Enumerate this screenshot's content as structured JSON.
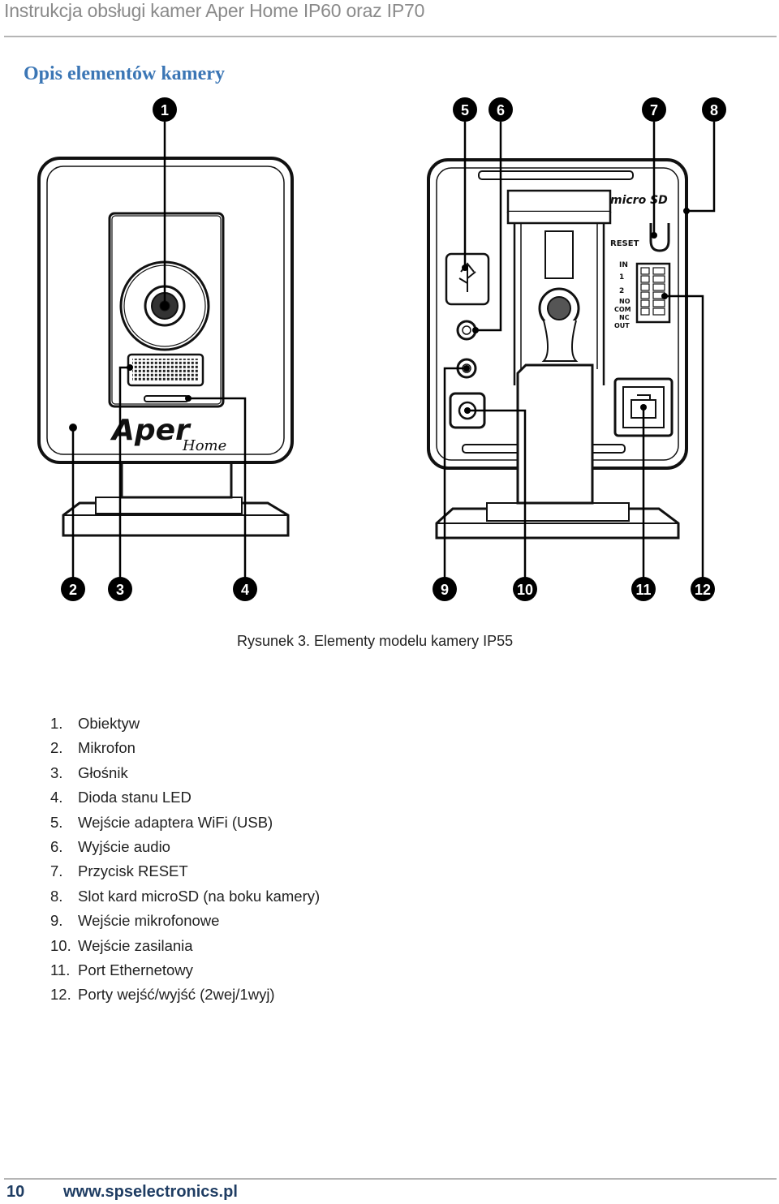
{
  "header": {
    "title": "Instrukcja obsługi kamer Aper Home IP60 oraz IP70"
  },
  "section": {
    "title": "Opis elementów kamery"
  },
  "figure": {
    "caption": "Rysunek 3. Elementy modelu kamery IP55",
    "brand_logo": "Aper",
    "brand_sub": "Home",
    "microsd_label": "micro SD",
    "reset_label": "RESET",
    "io_labels": [
      "IN",
      "1",
      "2",
      "NO",
      "COM",
      "NC",
      "OUT"
    ],
    "callouts": [
      "1",
      "2",
      "3",
      "4",
      "5",
      "6",
      "7",
      "8",
      "9",
      "10",
      "11",
      "12"
    ]
  },
  "legend": [
    {
      "num": "1.",
      "text": "Obiektyw"
    },
    {
      "num": "2.",
      "text": "Mikrofon"
    },
    {
      "num": "3.",
      "text": "Głośnik"
    },
    {
      "num": "4.",
      "text": "Dioda stanu LED"
    },
    {
      "num": "5.",
      "text": "Wejście adaptera WiFi (USB)"
    },
    {
      "num": "6.",
      "text": "Wyjście audio"
    },
    {
      "num": "7.",
      "text": "Przycisk RESET"
    },
    {
      "num": "8.",
      "text": "Slot kard microSD (na boku kamery)"
    },
    {
      "num": "9.",
      "text": "Wejście mikrofonowe"
    },
    {
      "num": "10.",
      "text": "Wejście zasilania"
    },
    {
      "num": "11.",
      "text": "Port Ethernetowy"
    },
    {
      "num": "12.",
      "text": "Porty wejść/wyjść (2wej/1wyj)"
    }
  ],
  "footer": {
    "page_number": "10",
    "url": "www.spselectronics.pl"
  }
}
